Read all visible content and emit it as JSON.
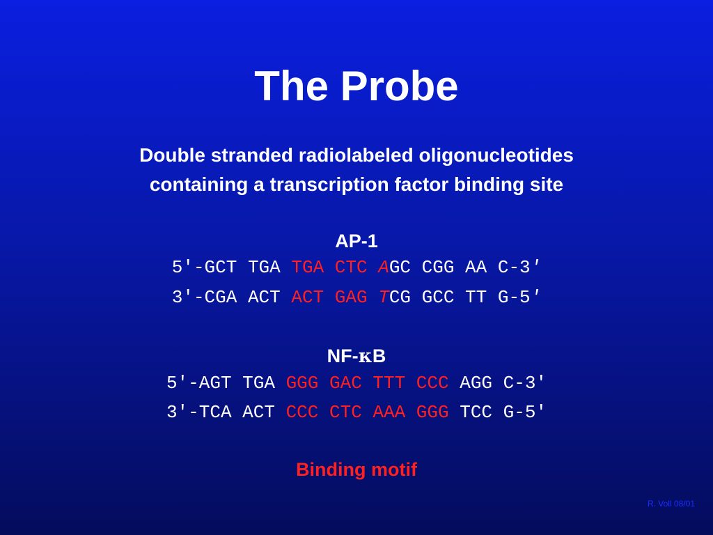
{
  "title": "The Probe",
  "subtitle": {
    "line1": "Double stranded radiolabeled oligonucleotides",
    "line2": "containing  a transcription factor binding site"
  },
  "ap1": {
    "heading": "AP-1",
    "strand1": {
      "prefix": "5′-GCT TGA ",
      "motif": "TGA CTC ",
      "motif_italic": "A",
      "suffix": "GC CGG AA C-3",
      "end_mark": "′"
    },
    "strand2": {
      "prefix": "3′-CGA ACT ",
      "motif": "ACT GAG ",
      "motif_italic": "T",
      "suffix": "CG GCC TT G-5",
      "end_mark": "′"
    }
  },
  "nfkb": {
    "heading_prefix": "NF-",
    "heading_kappa": "κ",
    "heading_suffix": "B",
    "strand1": {
      "prefix": "5′-AGT TGA ",
      "motif": "GGG GAC TTT CCC",
      "suffix": " AGG C-3′"
    },
    "strand2": {
      "prefix": "3′-TCA ACT ",
      "motif": "CCC CTC AAA GGG",
      "suffix": " TCC G-5′"
    }
  },
  "legend": "Binding motif",
  "credit": "R. Voll 08/01",
  "colors": {
    "background_top": "#0a1fe0",
    "background_bottom": "#040c5c",
    "text": "#ffffff",
    "motif": "#ff2020"
  }
}
